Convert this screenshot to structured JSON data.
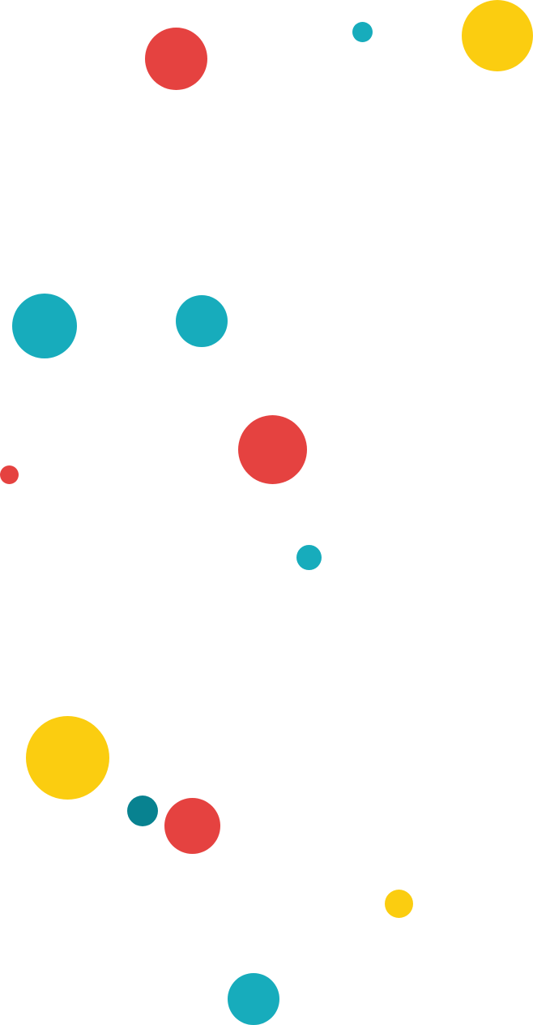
{
  "palette": {
    "red": "#e54240",
    "teal": "#17acbc",
    "yellow": "#fbcd10",
    "dark_teal": "#088290",
    "background": "#ffffff"
  },
  "dots": [
    {
      "id": "dot-1",
      "color": "red"
    },
    {
      "id": "dot-2",
      "color": "teal"
    },
    {
      "id": "dot-3",
      "color": "yellow"
    },
    {
      "id": "dot-4",
      "color": "teal"
    },
    {
      "id": "dot-5",
      "color": "teal"
    },
    {
      "id": "dot-6",
      "color": "red"
    },
    {
      "id": "dot-7",
      "color": "red"
    },
    {
      "id": "dot-8",
      "color": "teal"
    },
    {
      "id": "dot-9",
      "color": "yellow"
    },
    {
      "id": "dot-10",
      "color": "dark_teal"
    },
    {
      "id": "dot-11",
      "color": "red"
    },
    {
      "id": "dot-12",
      "color": "yellow"
    },
    {
      "id": "dot-13",
      "color": "teal"
    }
  ]
}
